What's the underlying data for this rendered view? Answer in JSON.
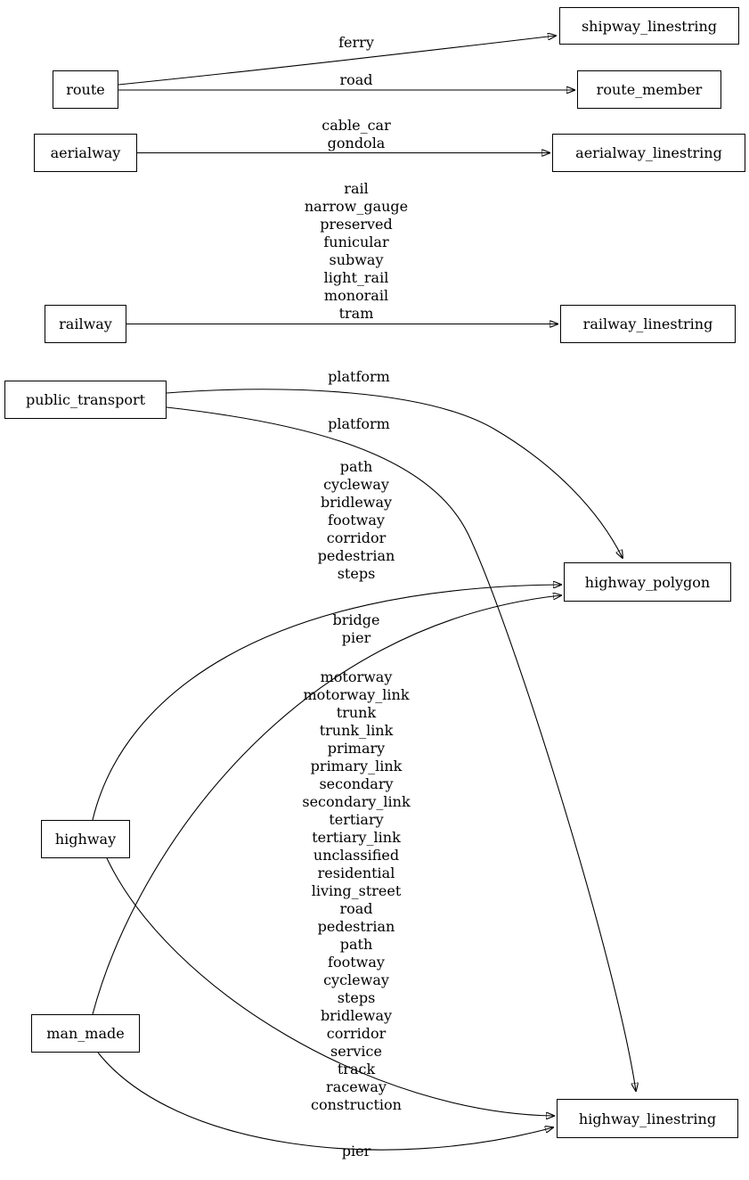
{
  "colors": {
    "background": "#ffffff",
    "node_border": "#000000",
    "text": "#000000",
    "edge": "#000000"
  },
  "nodes": {
    "route": {
      "label": "route"
    },
    "shipway_linestring": {
      "label": "shipway_linestring"
    },
    "route_member": {
      "label": "route_member"
    },
    "aerialway": {
      "label": "aerialway"
    },
    "aerialway_linestring": {
      "label": "aerialway_linestring"
    },
    "railway": {
      "label": "railway"
    },
    "railway_linestring": {
      "label": "railway_linestring"
    },
    "public_transport": {
      "label": "public_transport"
    },
    "highway_polygon": {
      "label": "highway_polygon"
    },
    "highway": {
      "label": "highway"
    },
    "man_made": {
      "label": "man_made"
    },
    "highway_linestring": {
      "label": "highway_linestring"
    }
  },
  "edges": {
    "route_to_shipway_linestring": {
      "from": "route",
      "to": "shipway_linestring",
      "label": "ferry"
    },
    "route_to_route_member": {
      "from": "route",
      "to": "route_member",
      "label": "road"
    },
    "aerialway_to_aerialway_linestring": {
      "from": "aerialway",
      "to": "aerialway_linestring",
      "label": "cable_car\ngondola"
    },
    "railway_to_railway_linestring": {
      "from": "railway",
      "to": "railway_linestring",
      "label": "rail\nnarrow_gauge\npreserved\nfunicular\nsubway\nlight_rail\nmonorail\ntram"
    },
    "public_transport_to_highway_polygon": {
      "from": "public_transport",
      "to": "highway_polygon",
      "label": "platform"
    },
    "public_transport_to_highway_linestring": {
      "from": "public_transport",
      "to": "highway_linestring",
      "label": "platform"
    },
    "highway_to_highway_polygon": {
      "from": "highway",
      "to": "highway_polygon",
      "label": "path\ncycleway\nbridleway\nfootway\ncorridor\npedestrian\nsteps"
    },
    "man_made_to_highway_polygon": {
      "from": "man_made",
      "to": "highway_polygon",
      "label": "bridge\npier"
    },
    "highway_to_highway_linestring": {
      "from": "highway",
      "to": "highway_linestring",
      "label": "motorway\nmotorway_link\ntrunk\ntrunk_link\nprimary\nprimary_link\nsecondary\nsecondary_link\ntertiary\ntertiary_link\nunclassified\nresidential\nliving_street\nroad\npedestrian\npath\nfootway\ncycleway\nsteps\nbridleway\ncorridor\nservice\ntrack\nraceway\nconstruction"
    },
    "man_made_to_highway_linestring": {
      "from": "man_made",
      "to": "highway_linestring",
      "label": "pier"
    }
  }
}
